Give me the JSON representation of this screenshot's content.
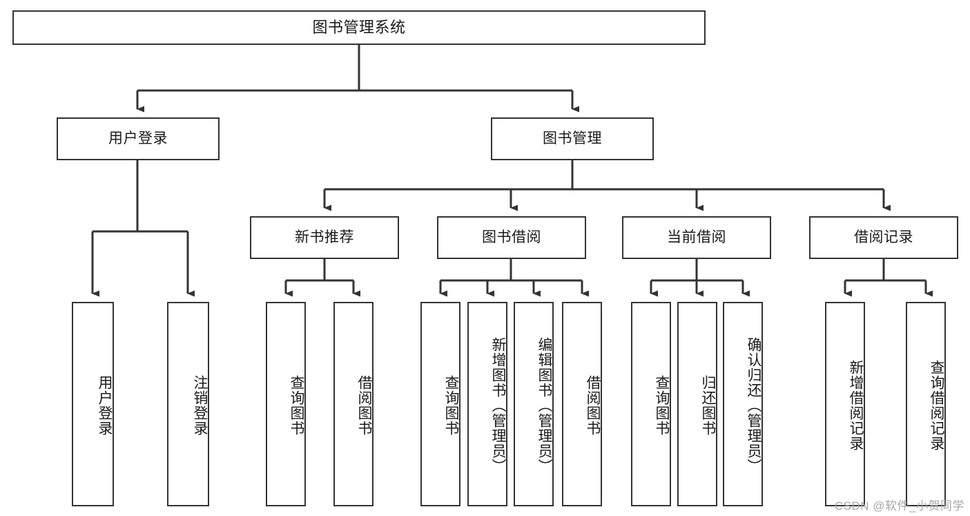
{
  "diagram": {
    "title": "图书管理系统",
    "type": "tree",
    "watermark": "CSDN @软件_小贺同学",
    "colors": {
      "stroke": "#333333",
      "box_border": "#333333",
      "background": "#ffffff",
      "text": "#1a1a1a",
      "watermark": "#a8a8a8"
    },
    "nodes": {
      "root": {
        "label": "图书管理系统",
        "orientation": "horizontal"
      },
      "level1": [
        {
          "id": "user-login",
          "label": "用户登录",
          "orientation": "horizontal"
        },
        {
          "id": "book-manage",
          "label": "图书管理",
          "orientation": "horizontal"
        }
      ],
      "level2": [
        {
          "id": "new-book-recommend",
          "label": "新书推荐",
          "orientation": "horizontal"
        },
        {
          "id": "book-borrow",
          "label": "图书借阅",
          "orientation": "horizontal"
        },
        {
          "id": "current-borrow",
          "label": "当前借阅",
          "orientation": "horizontal"
        },
        {
          "id": "borrow-record",
          "label": "借阅记录",
          "orientation": "horizontal"
        }
      ],
      "leaves": [
        {
          "id": "leaf-user-login",
          "label": "用户登录",
          "parent": "user-login",
          "orientation": "vertical"
        },
        {
          "id": "leaf-user-logout",
          "label": "注销登录",
          "parent": "user-login",
          "orientation": "vertical"
        },
        {
          "id": "leaf-query-book-1",
          "label": "查询图书",
          "parent": "new-book-recommend",
          "orientation": "vertical"
        },
        {
          "id": "leaf-borrow-book-1",
          "label": "借阅图书",
          "parent": "new-book-recommend",
          "orientation": "vertical"
        },
        {
          "id": "leaf-query-book-2",
          "label": "查询图书",
          "parent": "book-borrow",
          "orientation": "vertical"
        },
        {
          "id": "leaf-add-book",
          "label": "新增图书（管理员）",
          "parent": "book-borrow",
          "orientation": "vertical"
        },
        {
          "id": "leaf-edit-book",
          "label": "编辑图书（管理员）",
          "parent": "book-borrow",
          "orientation": "vertical"
        },
        {
          "id": "leaf-borrow-book-2",
          "label": "借阅图书",
          "parent": "book-borrow",
          "orientation": "vertical"
        },
        {
          "id": "leaf-query-book-3",
          "label": "查询图书",
          "parent": "current-borrow",
          "orientation": "vertical"
        },
        {
          "id": "leaf-return-book",
          "label": "归还图书",
          "parent": "current-borrow",
          "orientation": "vertical"
        },
        {
          "id": "leaf-confirm-return",
          "label": "确认归还（管理员）",
          "parent": "current-borrow",
          "orientation": "vertical"
        },
        {
          "id": "leaf-add-record",
          "label": "新增借阅记录",
          "parent": "borrow-record",
          "orientation": "vertical"
        },
        {
          "id": "leaf-query-record",
          "label": "查询借阅记录",
          "parent": "borrow-record",
          "orientation": "vertical"
        }
      ]
    }
  }
}
